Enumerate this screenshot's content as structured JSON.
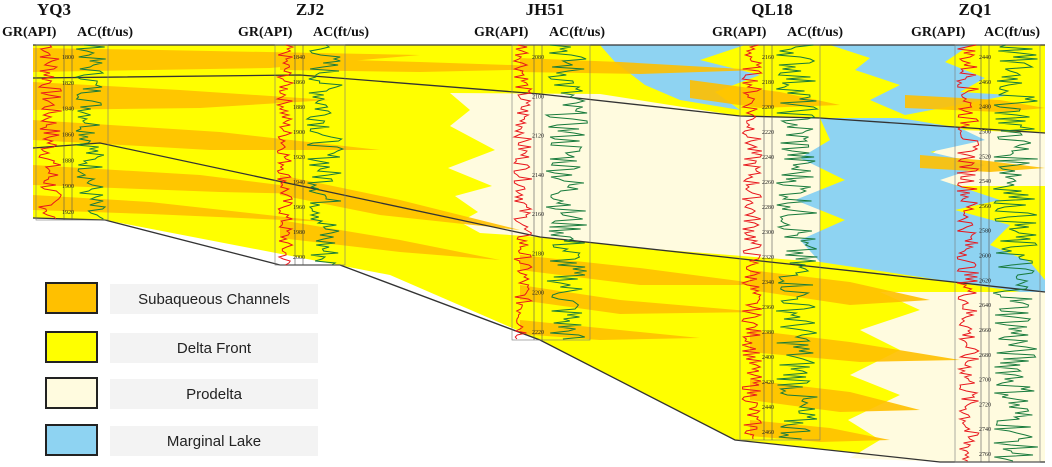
{
  "colors": {
    "channel": "#FFC000",
    "delta_front": "#FFFF00",
    "prodelta": "#FFFBDF",
    "marginal_lake": "#8ED3F2",
    "gr_curve": "#E8161C",
    "ac_curve": "#177A3B",
    "horizon_line": "#333333"
  },
  "log_headers": {
    "gr": "GR(API)",
    "ac": "AC(ft/us)"
  },
  "wells": [
    {
      "name": "YQ3",
      "depths": [
        "1800",
        "1820",
        "1840",
        "1860",
        "1880",
        "1900",
        "1920"
      ]
    },
    {
      "name": "ZJ2",
      "depths": [
        "1840",
        "1860",
        "1880",
        "1900",
        "1920",
        "1940",
        "1960",
        "1980",
        "2000"
      ]
    },
    {
      "name": "JH51",
      "depths": [
        "2080",
        "2100",
        "2120",
        "2140",
        "2160",
        "2180",
        "2200",
        "2220"
      ]
    },
    {
      "name": "QL18",
      "depths": [
        "2160",
        "2180",
        "2200",
        "2220",
        "2240",
        "2260",
        "2280",
        "2300",
        "2320",
        "2340",
        "2360",
        "2380",
        "2400",
        "2420",
        "2440",
        "2460"
      ]
    },
    {
      "name": "ZQ1",
      "depths": [
        "2440",
        "2460",
        "2480",
        "2500",
        "2520",
        "2540",
        "2560",
        "2580",
        "2600",
        "2620",
        "2640",
        "2660",
        "2680",
        "2700",
        "2720",
        "2740",
        "2760"
      ]
    }
  ],
  "legend": [
    {
      "label": "Subaqueous Channels",
      "color": "#FFC000"
    },
    {
      "label": "Delta Front",
      "color": "#FFFF00"
    },
    {
      "label": "Prodelta",
      "color": "#FFFBDF"
    },
    {
      "label": "Marginal Lake",
      "color": "#8ED3F2"
    }
  ]
}
